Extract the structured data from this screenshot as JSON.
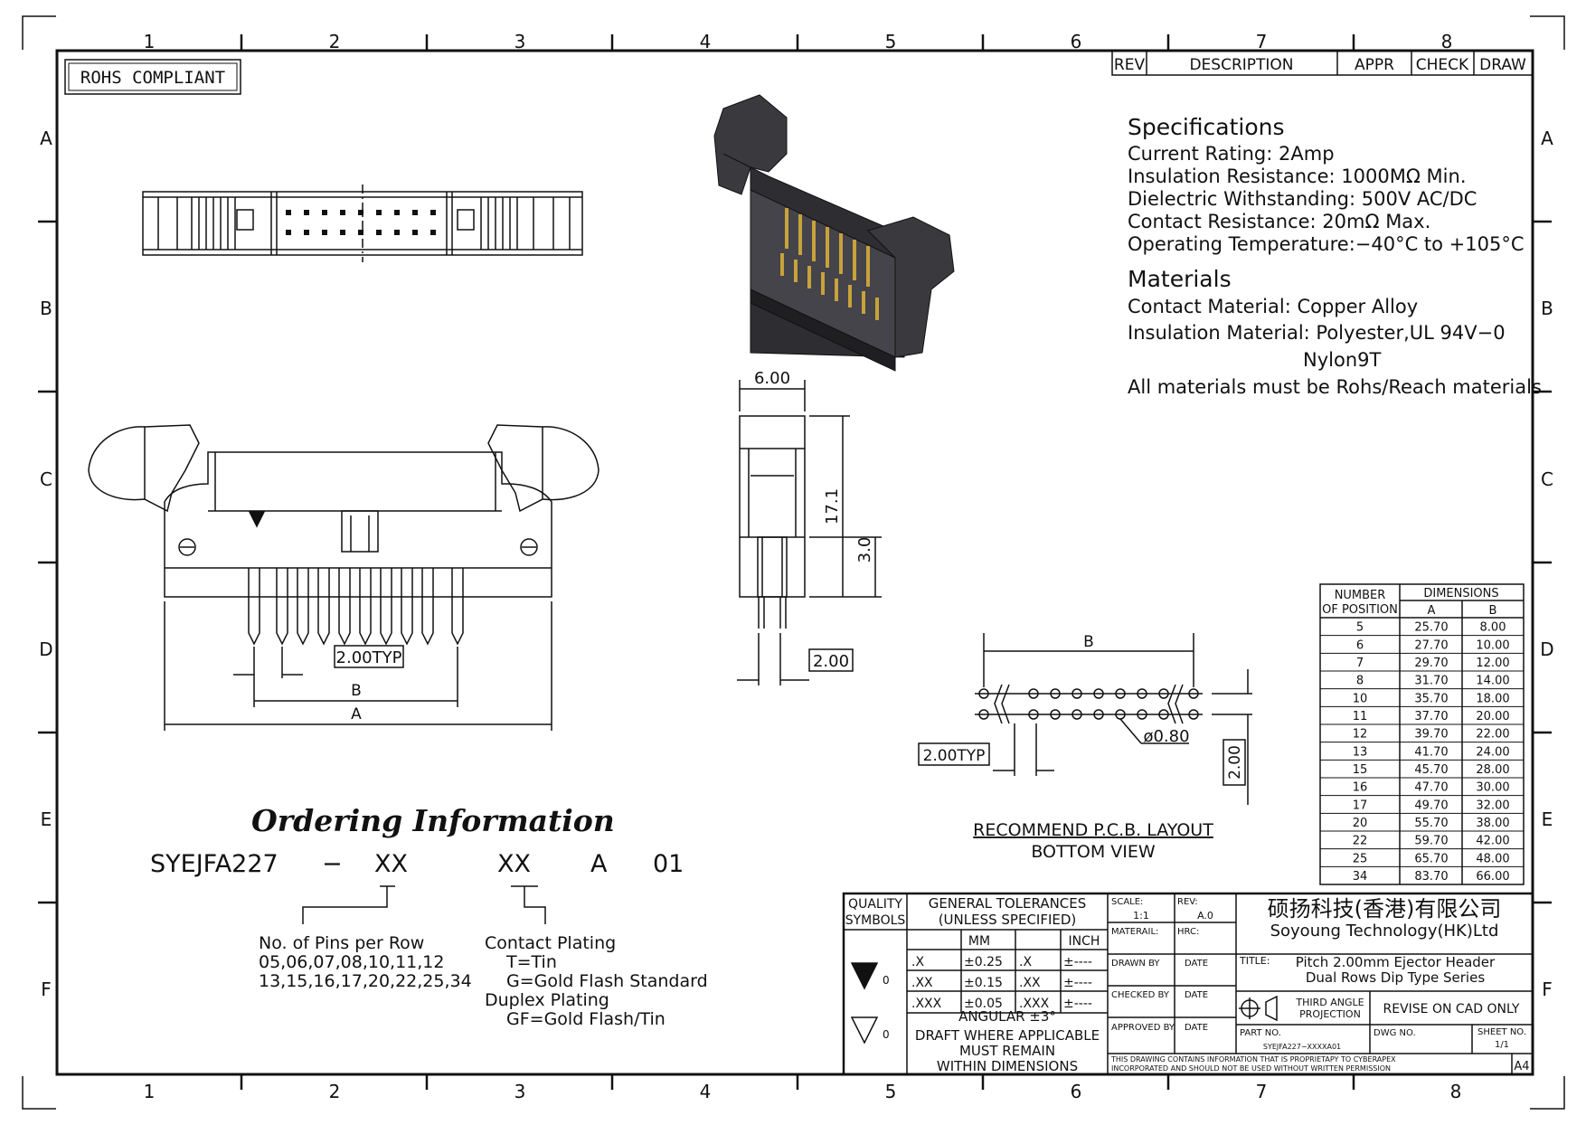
{
  "rohs": "ROHS COMPLIANT",
  "zones": {
    "cols": [
      "1",
      "2",
      "3",
      "4",
      "5",
      "6",
      "7",
      "8"
    ],
    "rows": [
      "A",
      "B",
      "C",
      "D",
      "E",
      "F"
    ]
  },
  "revision_block": {
    "rev": "REV",
    "description": "DESCRIPTION",
    "appr": "APPR",
    "check": "CHECK",
    "draw": "DRAW"
  },
  "specifications": {
    "heading": "Specifications",
    "lines": [
      "Current Rating:   2Amp",
      "Insulation Resistance: 1000MΩ Min.",
      "Dielectric Withstanding:   500V AC/DC",
      "Contact Resistance:   20mΩ Max.",
      "Operating Temperature:−40°C to +105°C"
    ]
  },
  "materials": {
    "heading": "Materials",
    "contact": "Contact Material: Copper Alloy",
    "insulation": "Insulation Material: Polyester,UL 94V−0",
    "insulation_alt": "Nylon9T",
    "note": "All materials must be Rohs/Reach materials"
  },
  "dims": {
    "side_width": "6.00",
    "side_height": "17.1",
    "side_pin": "3.0",
    "side_pitch": "2.00",
    "front_pitch": "2.00TYP",
    "front_b": "B",
    "front_a": "A",
    "pcb_b": "B",
    "pcb_pitch": "2.00TYP",
    "pcb_hole": "ø0.80",
    "pcb_row": "2.00"
  },
  "pcb_caption": {
    "line1": "RECOMMEND P.C.B. LAYOUT",
    "line2": "BOTTOM VIEW"
  },
  "dimension_table": {
    "col_number": "NUMBER",
    "col_position": "OF POSITION",
    "col_dims": "DIMENSIONS",
    "col_a": "A",
    "col_b": "B",
    "rows": [
      [
        "5",
        "25.70",
        "8.00"
      ],
      [
        "6",
        "27.70",
        "10.00"
      ],
      [
        "7",
        "29.70",
        "12.00"
      ],
      [
        "8",
        "31.70",
        "14.00"
      ],
      [
        "10",
        "35.70",
        "18.00"
      ],
      [
        "11",
        "37.70",
        "20.00"
      ],
      [
        "12",
        "39.70",
        "22.00"
      ],
      [
        "13",
        "41.70",
        "24.00"
      ],
      [
        "15",
        "45.70",
        "28.00"
      ],
      [
        "16",
        "47.70",
        "30.00"
      ],
      [
        "17",
        "49.70",
        "32.00"
      ],
      [
        "20",
        "55.70",
        "38.00"
      ],
      [
        "22",
        "59.70",
        "42.00"
      ],
      [
        "25",
        "65.70",
        "48.00"
      ],
      [
        "34",
        "83.70",
        "66.00"
      ]
    ]
  },
  "ordering": {
    "title": "Ordering Information",
    "code": [
      "SYEJFA227",
      "−",
      "XX",
      "XX",
      "A",
      "01"
    ],
    "pins_title": "No. of Pins per Row",
    "pins_line1": "05,06,07,08,10,11,12",
    "pins_line2": "13,15,16,17,20,22,25,34",
    "plating_title": "Contact Plating",
    "plating_t": "T=Tin",
    "plating_g": "G=Gold Flash Standard",
    "duplex_title": "Duplex Plating",
    "duplex_gf": "GF=Gold Flash/Tin"
  },
  "title_block": {
    "quality": "QUALITY",
    "symbols": "SYMBOLS",
    "gt1": "GENERAL TOLERANCES",
    "gt2": "(UNLESS SPECIFIED)",
    "mm": "MM",
    "inch": "INCH",
    "tol_rows": [
      [
        ".X",
        "±0.25",
        ".X",
        "±----"
      ],
      [
        ".XX",
        "±0.15",
        ".XX",
        "±----"
      ],
      [
        ".XXX",
        "±0.05",
        ".XXX",
        "±----"
      ]
    ],
    "angular": "ANGULAR ±3°",
    "draft1": "DRAFT WHERE APPLICABLE",
    "draft2": "MUST REMAIN",
    "draft3": "WITHIN DIMENSIONS",
    "sym_sub": "0",
    "scale_label": "SCALE:",
    "scale_value": "1:1",
    "rev_label": "REV:",
    "rev_value": "A.0",
    "material_label": "MATERAIL:",
    "hrc_label": "HRC:",
    "drawn_by": "DRAWN BY",
    "checked_by": "CHECKED BY",
    "approved_by": "APPROVED BY",
    "date": "DATE",
    "company_cn": "硕扬科技(香港)有限公司",
    "company_en": "Soyoung Technology(HK)Ltd",
    "title_label": "TITLE:",
    "title_line1": "Pitch 2.00mm Ejector Header",
    "title_line2": "Dual Rows Dip Type Series",
    "projection1": "THIRD ANGLE",
    "projection2": "PROJECTION",
    "revise": "REVISE ON CAD ONLY",
    "part_no_label": "PART NO.",
    "part_no": "SYEJFA227−XXXXA01",
    "dwg_no_label": "DWG NO.",
    "sheet_label": "SHEET NO.",
    "sheet_value": "1/1",
    "notice1": "THIS DRAWING CONTAINS INFORMATION THAT IS PROPRIETAPY TO CYBERAPEX",
    "notice2": "INCORPORATED AND SHOULD NOT BE USED WITHOUT WRITTEN PERMISSION",
    "paper": "A4"
  }
}
